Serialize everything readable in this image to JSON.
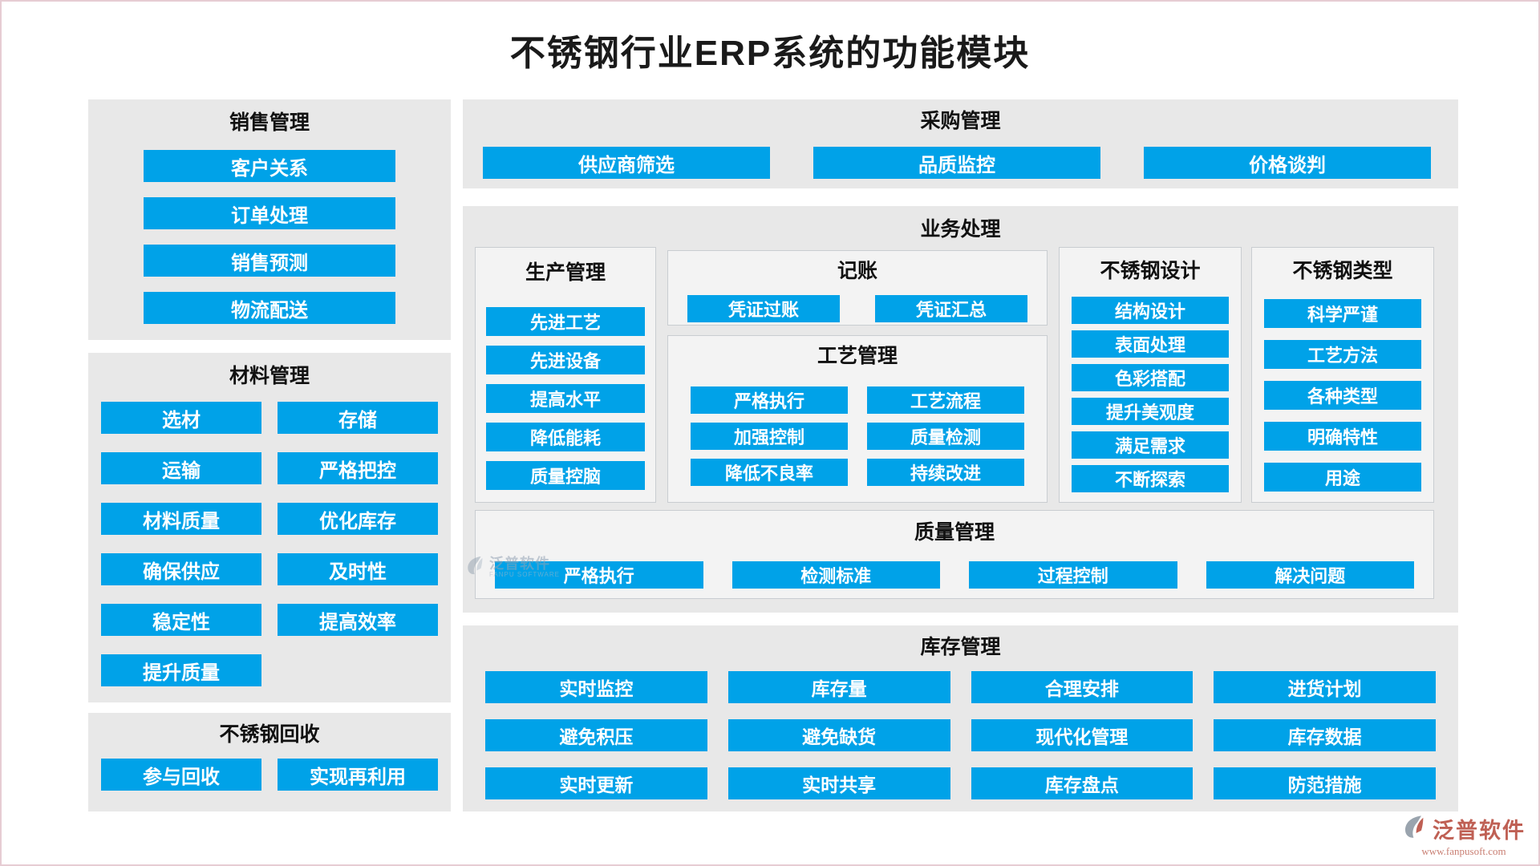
{
  "title": "不锈钢行业ERP系统的功能模块",
  "colors": {
    "accent": "#00a2e8",
    "panel_bg": "#e8e8e8",
    "subpanel_bg": "#f3f3f3",
    "brand": "#bf6054"
  },
  "sections": {
    "sales": {
      "title": "销售管理",
      "items": [
        "客户关系",
        "订单处理",
        "销售预测",
        "物流配送"
      ]
    },
    "material": {
      "title": "材料管理",
      "items": [
        "选材",
        "存储",
        "运输",
        "严格把控",
        "材料质量",
        "优化库存",
        "确保供应",
        "及时性",
        "稳定性",
        "提高效率",
        "提升质量"
      ]
    },
    "recycle": {
      "title": "不锈钢回收",
      "items": [
        "参与回收",
        "实现再利用"
      ]
    },
    "purchase": {
      "title": "采购管理",
      "items": [
        "供应商筛选",
        "品质监控",
        "价格谈判"
      ]
    },
    "business": {
      "title": "业务处理",
      "production": {
        "title": "生产管理",
        "items": [
          "先进工艺",
          "先进设备",
          "提高水平",
          "降低能耗",
          "质量控脑"
        ]
      },
      "accounting": {
        "title": "记账",
        "items": [
          "凭证过账",
          "凭证汇总"
        ]
      },
      "process": {
        "title": "工艺管理",
        "items": [
          "严格执行",
          "工艺流程",
          "加强控制",
          "质量检测",
          "降低不良率",
          "持续改进"
        ]
      },
      "design": {
        "title": "不锈钢设计",
        "items": [
          "结构设计",
          "表面处理",
          "色彩搭配",
          "提升美观度",
          "满足需求",
          "不断探索"
        ]
      },
      "types": {
        "title": "不锈钢类型",
        "items": [
          "科学严谨",
          "工艺方法",
          "各种类型",
          "明确特性",
          "用途"
        ]
      },
      "quality": {
        "title": "质量管理",
        "items": [
          "严格执行",
          "检测标准",
          "过程控制",
          "解决问题"
        ]
      }
    },
    "inventory": {
      "title": "库存管理",
      "items": [
        "实时监控",
        "库存量",
        "合理安排",
        "进货计划",
        "避免积压",
        "避免缺货",
        "现代化管理",
        "库存数据",
        "实时更新",
        "实时共享",
        "库存盘点",
        "防范措施"
      ]
    }
  },
  "watermark": {
    "brand": "泛普软件",
    "brand_en": "FANPU SOFTWARE",
    "url": "www.fanpusoft.com"
  }
}
